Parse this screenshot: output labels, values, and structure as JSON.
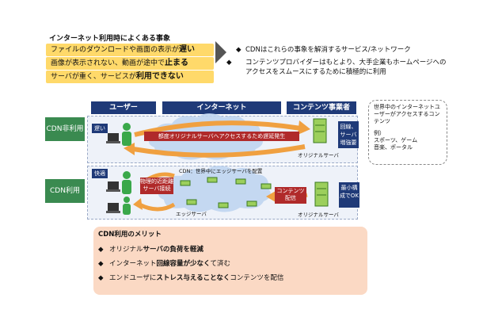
{
  "top": {
    "title": "インターネット利用時によくある事象",
    "issues": [
      {
        "pre": "ファイルのダウンロードや画面の表示が",
        "em": "遅い"
      },
      {
        "pre": "画像が表示されない、動画が途中で",
        "em": "止まる"
      },
      {
        "pre": "サーバが重く、サービスが",
        "em": "利用できない"
      }
    ],
    "bullets": [
      {
        "b": "◆",
        "text": "CDNはこれらの事象を解消するサービス/ネットワーク"
      },
      {
        "b": "◆",
        "text": "コンテンツプロバイダーはもとより、大手企業もホームページへのアクセスをスムースにするために積極的に利用"
      }
    ]
  },
  "headers": {
    "user": "ユーザー",
    "internet": "インターネット",
    "provider": "コンテンツ事業者"
  },
  "rows": {
    "no_cdn": {
      "label": "CDN非利用",
      "tag": "遅い",
      "red_bar": "都度オリジナルサーバへアクセスするため遅延発生",
      "blue_box": "回線、サーバ増強要",
      "server_label": "オリジナルサーバ"
    },
    "cdn": {
      "label": "CDN利用",
      "tag": "快適",
      "near": "物理的近距離サーバ接続",
      "cloud": "CDN：世界中にエッジサーバを配置",
      "edge": "エッジサーバ",
      "deliver": "コンテンツ配信",
      "blue_box": "最小構成でOK",
      "server_label": "オリジナルサーバ"
    }
  },
  "note": {
    "line1": "世界中のインターネットユーザーがアクセスするコンテンツ",
    "ex": "例）",
    "ex2": "スポーツ、ゲーム",
    "ex3": "音楽、ポータル"
  },
  "merit": {
    "title": "CDN利用のメリット",
    "items": [
      {
        "b": "◆",
        "pre": "オリジナル",
        "em": "サーバの負荷を軽減",
        "post": ""
      },
      {
        "b": "◆",
        "pre": "インターネット",
        "em": "回線容量が少なく",
        "post": "て済む"
      },
      {
        "b": "◆",
        "pre": "エンドユーザに",
        "em": "ストレス与えることなく",
        "post": "コンテンツを配信"
      }
    ]
  },
  "colors": {
    "navy": "#1f3a78",
    "red": "#b02a2a",
    "green": "#2e8b57",
    "yellow": "#ffd96a",
    "orange": "#f0a040"
  }
}
